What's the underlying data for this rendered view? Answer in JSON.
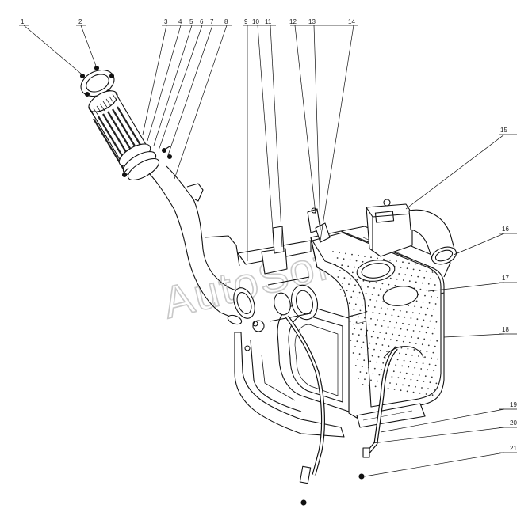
{
  "watermark": "AutoSoft",
  "callouts": [
    {
      "label": "1"
    },
    {
      "label": "2"
    },
    {
      "label": "3"
    },
    {
      "label": "4"
    },
    {
      "label": "5"
    },
    {
      "label": "6"
    },
    {
      "label": "7"
    },
    {
      "label": "8"
    },
    {
      "label": "9"
    },
    {
      "label": "10"
    },
    {
      "label": "11"
    },
    {
      "label": "12"
    },
    {
      "label": "13"
    },
    {
      "label": "14"
    },
    {
      "label": "15"
    },
    {
      "label": "16"
    },
    {
      "label": "17"
    },
    {
      "label": "18"
    },
    {
      "label": "19"
    },
    {
      "label": "20"
    },
    {
      "label": "21"
    }
  ]
}
